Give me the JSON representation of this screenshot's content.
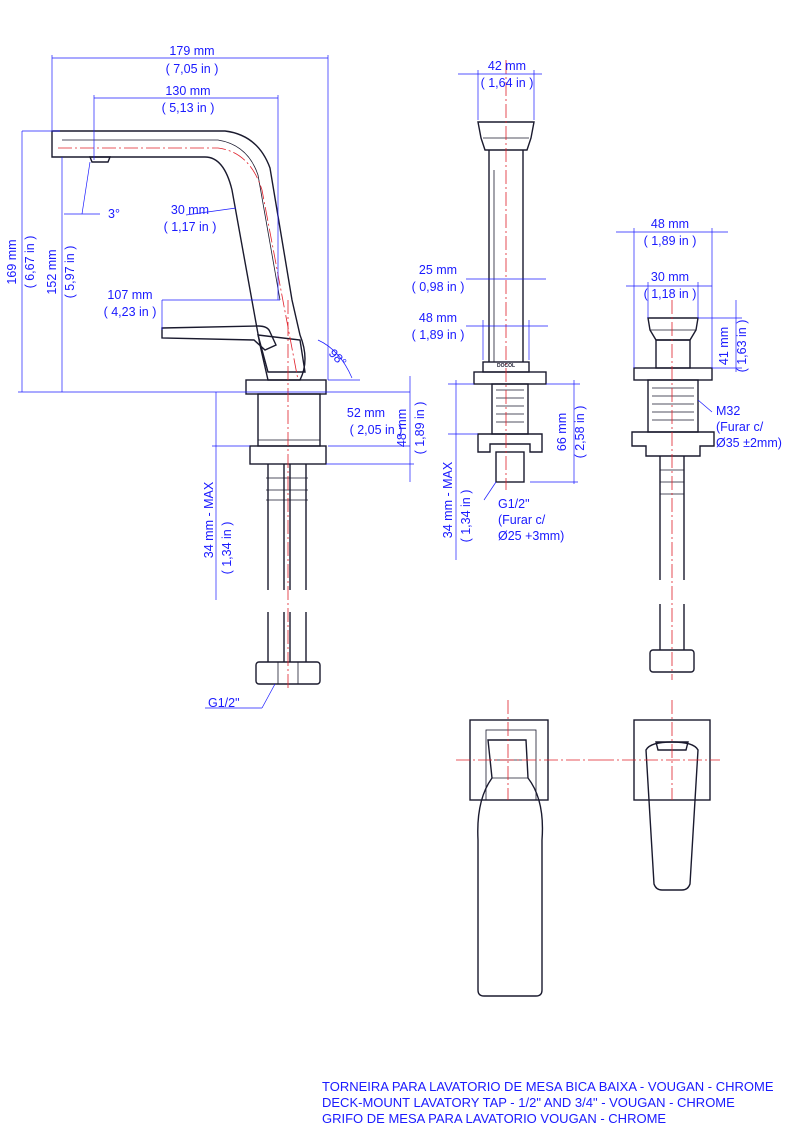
{
  "dimensions": {
    "overall_reach": {
      "mm": "179 mm",
      "in": "( 7,05 in )"
    },
    "spout_reach": {
      "mm": "130 mm",
      "in": "( 5,13 in )"
    },
    "spout_width_side": {
      "mm": "30 mm",
      "in": "( 1,17 in )"
    },
    "lever_length": {
      "mm": "107 mm",
      "in": "( 4,23 in )"
    },
    "spout_angle": "3°",
    "lever_angle": "98°",
    "total_height": {
      "mm": "169 mm",
      "in": "( 6,67 in )"
    },
    "spout_height": {
      "mm": "152 mm",
      "in": "( 5,97 in )"
    },
    "base_diameter_side": {
      "mm": "52 mm",
      "in": "( 2,05 in )"
    },
    "base_height": {
      "mm": "48 mm",
      "in": "( 1,89 in )"
    },
    "deck_thickness_side": {
      "mm": "34 mm - MAX",
      "in": "( 1,34 in )"
    },
    "connection_side": "G1/2\"",
    "spout_top_width": {
      "mm": "42 mm",
      "in": "( 1,64 in )"
    },
    "spout_column_width": {
      "mm": "25 mm",
      "in": "( 0,98 in )"
    },
    "spout_base_width": {
      "mm": "48 mm",
      "in": "( 1,89 in )"
    },
    "spout_shank_length": {
      "mm": "66 mm",
      "in": "( 2,58 in )"
    },
    "deck_thickness_spout": {
      "mm": "34 mm - MAX",
      "in": "( 1,34 in )"
    },
    "spout_connection": {
      "line1": "G1/2\"",
      "line2": "(Furar c/",
      "line3": "Ø25 +3mm)"
    },
    "handle_base_width": {
      "mm": "48 mm",
      "in": "( 1,89 in )"
    },
    "handle_top_width": {
      "mm": "30 mm",
      "in": "( 1,18 in )"
    },
    "handle_height": {
      "mm": "41 mm",
      "in": "( 1,63 in )"
    },
    "handle_thread": {
      "line1": "M32",
      "line2": "(Furar c/",
      "line3": "Ø35 ±2mm)"
    }
  },
  "brand_mark": "DOCOL",
  "title": {
    "line1": "TORNEIRA PARA LAVATORIO DE MESA BICA BAIXA - VOUGAN - CHROME",
    "line2": "DECK-MOUNT LAVATORY TAP - 1/2\" AND 3/4\" - VOUGAN - CHROME",
    "line3": "GRIFO DE MESA PARA LAVATORIO VOUGAN - CHROME"
  },
  "colors": {
    "dimension": "#1a1aff",
    "centerline": "#e0202a",
    "outline": "#1a1a2e"
  }
}
